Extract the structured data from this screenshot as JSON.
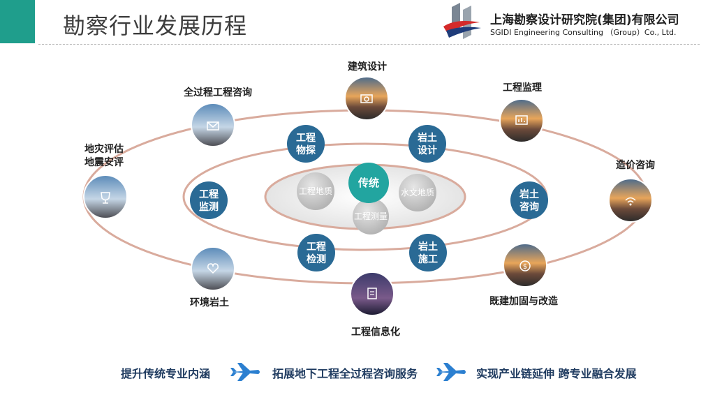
{
  "header": {
    "title": "勘察行业发展历程",
    "company_cn": "上海勘察设计研究院(集团)有限公司",
    "company_en": "SGIDI Engineering Consulting （Group）Co., Ltd."
  },
  "colors": {
    "accent": "#1f9e8c",
    "node_blue": "#2a6a95",
    "node_teal": "#22a5a0",
    "ring": "#d9ab9d",
    "text_dark": "#1e3a5f"
  },
  "core": {
    "center": "传统",
    "items": [
      "工程地质",
      "水文地质",
      "工程测量"
    ]
  },
  "middle_ring": [
    {
      "line1": "工程",
      "line2": "物探"
    },
    {
      "line1": "岩土",
      "line2": "设计"
    },
    {
      "line1": "工程",
      "line2": "监测"
    },
    {
      "line1": "岩土",
      "line2": "咨询"
    },
    {
      "line1": "工程",
      "line2": "检测"
    },
    {
      "line1": "岩土",
      "line2": "施工"
    }
  ],
  "outer_ring": [
    {
      "label": "建筑设计",
      "icon": "camera-icon"
    },
    {
      "label": "全过程工程咨询",
      "icon": "mail-icon"
    },
    {
      "label": "工程监理",
      "icon": "monitor-icon"
    },
    {
      "label1": "地灾评估",
      "label2": "地震安评",
      "icon": "trophy-icon"
    },
    {
      "label": "造价咨询",
      "icon": "wifi-icon"
    },
    {
      "label": "环境岩土",
      "icon": "heart-icon"
    },
    {
      "label": "既建加固与改造",
      "icon": "coin-icon"
    },
    {
      "label": "工程信息化",
      "icon": "document-icon"
    }
  ],
  "bottom": {
    "step1": "提升传统专业内涵",
    "step2": "拓展地下工程全过程咨询服务",
    "step3": "实现产业链延伸  跨专业融合发展"
  }
}
